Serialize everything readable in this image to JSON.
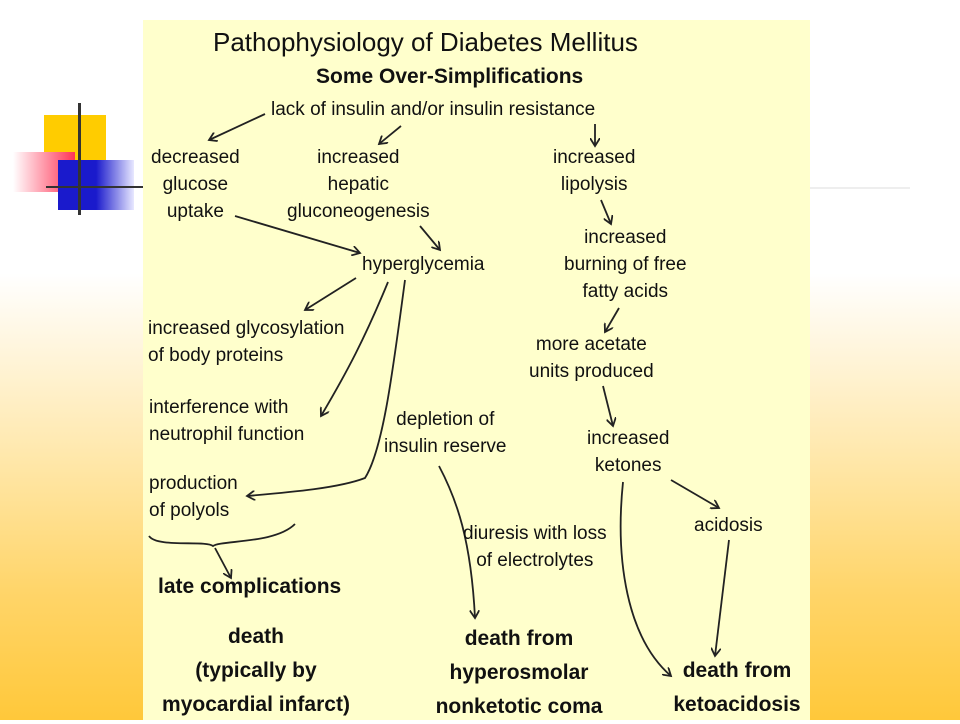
{
  "colors": {
    "panel": "#ffffcc",
    "ink": "#111111",
    "square_yellow": "#ffcc00",
    "square_red": "#ff4466",
    "square_blue": "#2222cc"
  },
  "diagram": {
    "title": "Pathophysiology of Diabetes Mellitus",
    "subtitle": "Some Over-Simplifications",
    "nodes": {
      "root": "lack of insulin and/or insulin resistance",
      "decreased_uptake": [
        "decreased",
        "glucose",
        "uptake"
      ],
      "hepatic": [
        "increased",
        "hepatic",
        "gluconeogenesis"
      ],
      "lipolysis": [
        "increased",
        "lipolysis"
      ],
      "hyperglycemia": "hyperglycemia",
      "burning": [
        "increased",
        "burning of free",
        "fatty acids"
      ],
      "glycosylation": [
        "increased glycosylation",
        "of body proteins"
      ],
      "acetate": [
        "more acetate",
        "units produced"
      ],
      "neutrophil": [
        "interference with",
        "neutrophil function"
      ],
      "depletion": [
        "depletion of",
        "insulin reserve"
      ],
      "ketones": [
        "increased",
        "ketones"
      ],
      "polyols": [
        "production",
        "of polyols"
      ],
      "diuresis": [
        "diuresis with loss",
        "of electrolytes"
      ],
      "acidosis": "acidosis",
      "late": "late complications",
      "death_mi": [
        "death",
        "(typically by",
        "myocardial infarct)"
      ],
      "death_hyper": [
        "death from",
        "hyperosmolar",
        "nonketotic coma"
      ],
      "death_keto": [
        "death from",
        "ketoacidosis"
      ]
    }
  }
}
